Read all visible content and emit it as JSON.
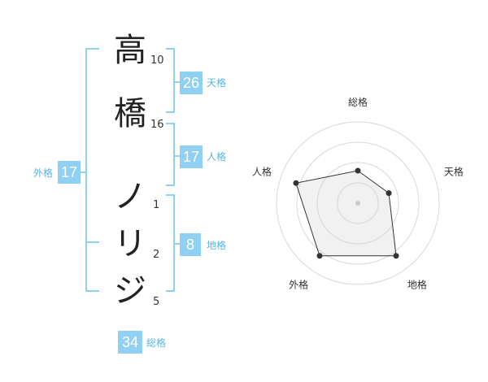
{
  "name": {
    "characters": [
      {
        "char": "高",
        "strokes": "10"
      },
      {
        "char": "橋",
        "strokes": "16"
      },
      {
        "char": "ノ",
        "strokes": "1"
      },
      {
        "char": "リ",
        "strokes": "2"
      },
      {
        "char": "ジ",
        "strokes": "5"
      }
    ]
  },
  "fortunes": {
    "tenkaku": {
      "value": "26",
      "label": "天格"
    },
    "jinkaku": {
      "value": "17",
      "label": "人格"
    },
    "chikaku": {
      "value": "8",
      "label": "地格"
    },
    "gaikaku": {
      "value": "17",
      "label": "外格"
    },
    "soukaku": {
      "value": "34",
      "label": "総格"
    }
  },
  "colors": {
    "accent": "#8fd0f3",
    "accent_text": "#5ab4e4",
    "bracket": "#8fd0f3"
  },
  "chart_data": {
    "type": "radar",
    "axes": [
      "総格",
      "天格",
      "地格",
      "外格",
      "人格"
    ],
    "values": [
      2,
      2,
      4,
      4,
      4
    ],
    "range": [
      0,
      5
    ],
    "rings": 4
  }
}
